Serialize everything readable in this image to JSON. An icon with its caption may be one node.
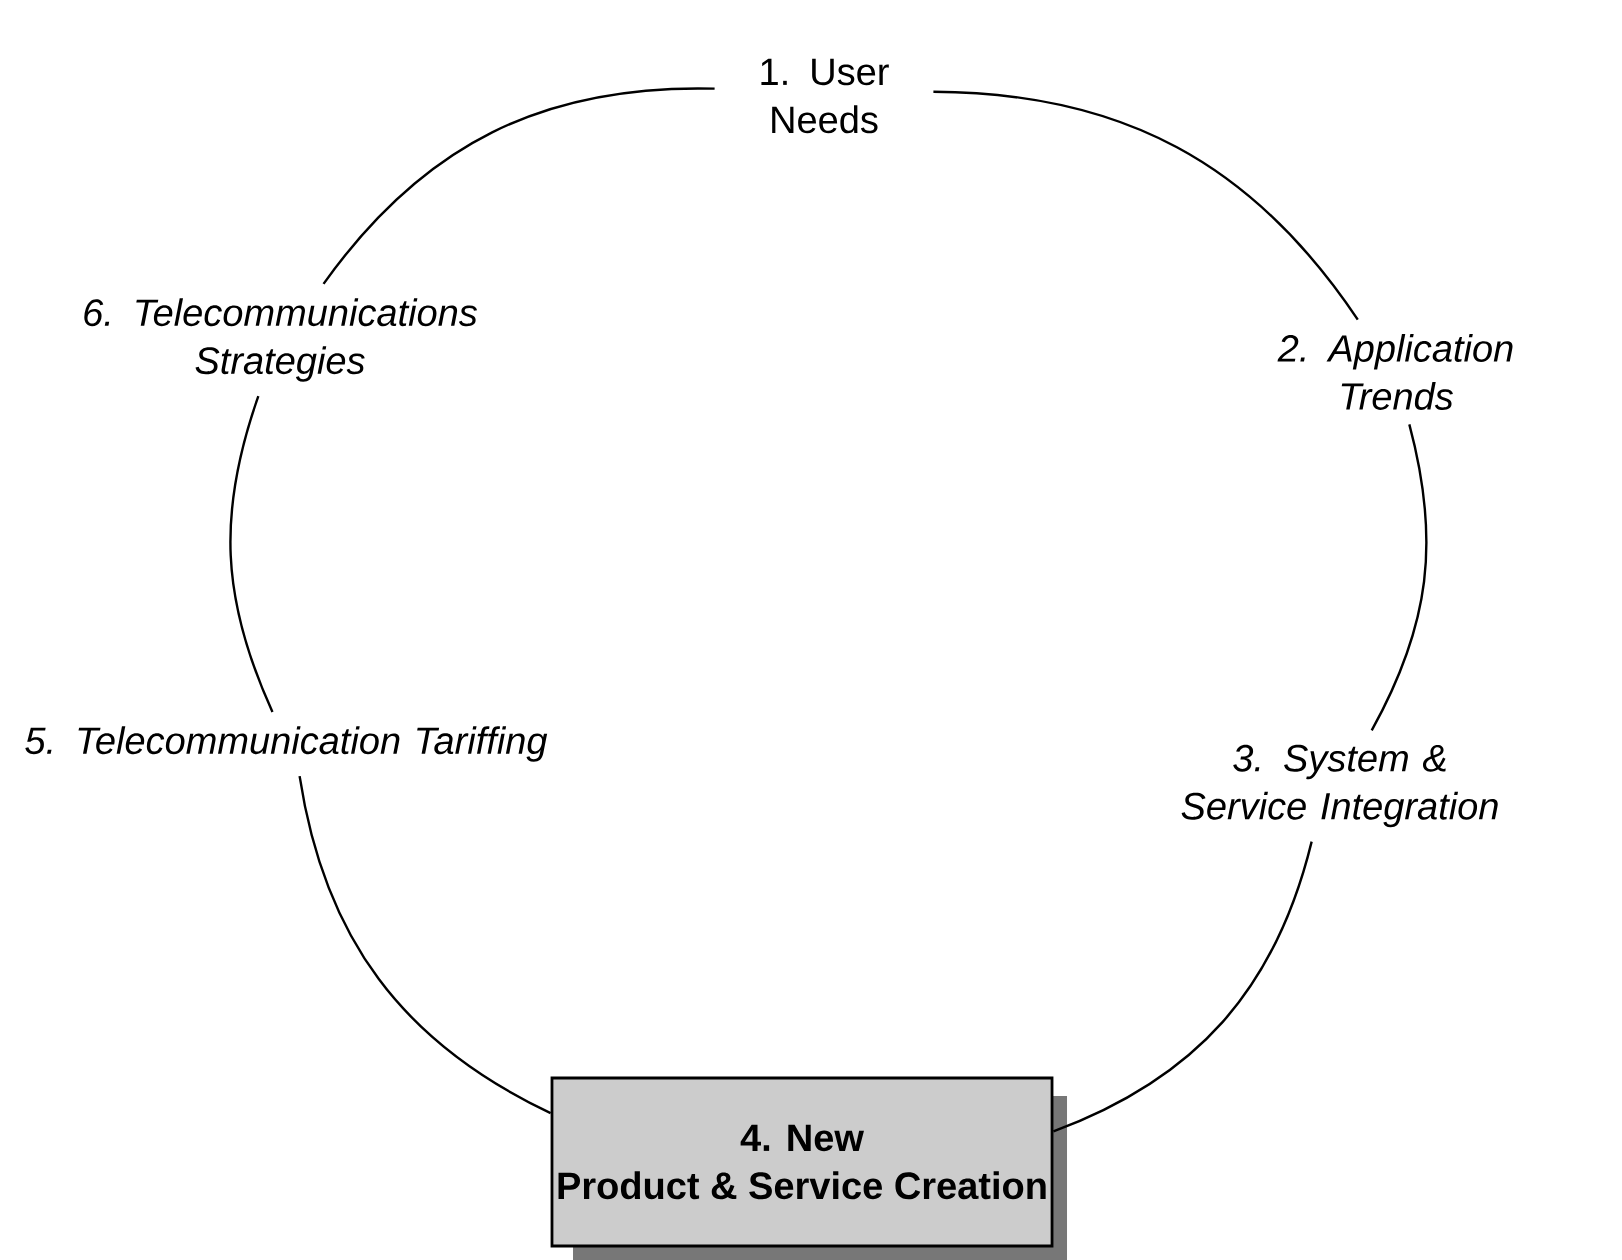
{
  "diagram": {
    "nodes": [
      {
        "text": [
          "1. User Needs"
        ]
      },
      {
        "text": [
          "2. Application Trends"
        ]
      },
      {
        "text": [
          "3. System & Service Integration"
        ]
      },
      {
        "text": [
          "4. New",
          "Product & Service Creation"
        ]
      },
      {
        "text": [
          "5. Telecommunication Tariffing"
        ]
      },
      {
        "text": [
          "6. Telecommunications Strategies"
        ]
      }
    ],
    "edges": [
      {
        "from": 0,
        "to": 1,
        "arrow": "none"
      },
      {
        "from": 1,
        "to": 2,
        "arrow": "none"
      },
      {
        "from": 2,
        "to": 3,
        "arrow": "none"
      },
      {
        "from": 3,
        "to": 4,
        "arrow": "none"
      },
      {
        "from": 4,
        "to": 5,
        "arrow": "none"
      },
      {
        "from": 5,
        "to": 0,
        "arrow": "none"
      }
    ]
  }
}
